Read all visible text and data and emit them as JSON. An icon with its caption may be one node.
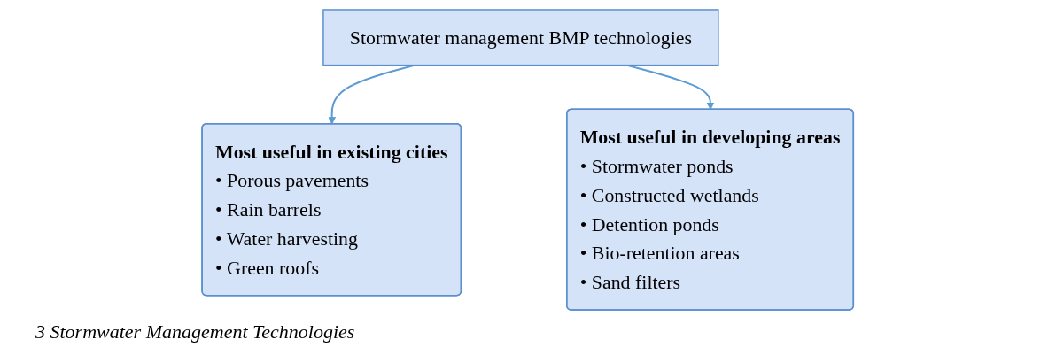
{
  "diagram": {
    "caption": "3 Stormwater Management Technologies",
    "nodes": [
      {
        "text": [
          "Stormwater management BMP technologies"
        ]
      },
      {
        "text": [
          "Most useful in existing cities",
          "• Porous pavements",
          "• Rain barrels",
          "• Water harvesting",
          "• Green roofs"
        ]
      },
      {
        "text": [
          "Most useful in developing areas",
          "• Stormwater ponds",
          "• Constructed wetlands",
          "• Detention ponds",
          "• Bio-retention areas",
          "• Sand filters"
        ]
      }
    ],
    "edges": [
      {
        "from": 0,
        "to": 1,
        "arrow": "to"
      },
      {
        "from": 0,
        "to": 2,
        "arrow": "to"
      }
    ]
  }
}
